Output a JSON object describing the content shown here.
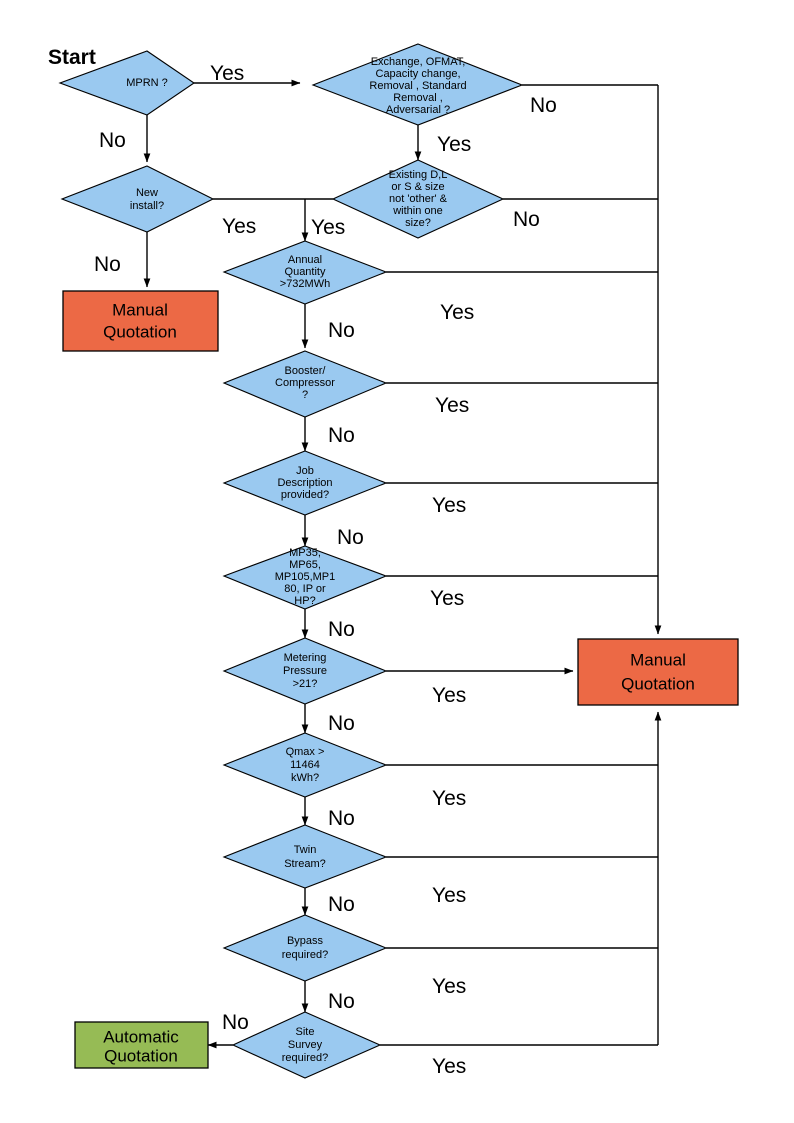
{
  "diagram": {
    "title_label": "Start",
    "colors": {
      "decision_fill": "#9AC9F0",
      "manual_fill": "#EC6945",
      "automatic_fill": "#96BB55",
      "stroke": "#000000",
      "background": "#FFFFFF"
    },
    "decisions": [
      {
        "id": "mprn",
        "lines": [
          "MPRN ?"
        ],
        "yes_label": "Yes",
        "no_label": "No"
      },
      {
        "id": "exchange",
        "lines": [
          "Exchange, OFMAT,",
          "Capacity change,",
          "Removal , Standard",
          "Removal ,",
          "Adversarial ?"
        ],
        "yes_label": "Yes",
        "no_label": "No"
      },
      {
        "id": "new-install",
        "lines": [
          "New",
          "install?"
        ],
        "yes_label": "Yes",
        "no_label": "No"
      },
      {
        "id": "existing-dls",
        "lines": [
          "Existing D,L",
          "or S & size",
          "not 'other' &",
          "within one",
          "size?"
        ],
        "yes_label": "Yes",
        "no_label": "No"
      },
      {
        "id": "annual-quantity",
        "lines": [
          "Annual",
          "Quantity",
          ">732MWh"
        ],
        "yes_label": "Yes",
        "no_label": "No"
      },
      {
        "id": "booster-compressor",
        "lines": [
          "Booster/",
          "Compressor",
          "?"
        ],
        "yes_label": "Yes",
        "no_label": "No"
      },
      {
        "id": "job-description",
        "lines": [
          "Job",
          "Description",
          "provided?"
        ],
        "yes_label": "Yes",
        "no_label": "No"
      },
      {
        "id": "mp-pressure-tier",
        "lines": [
          "MP35,",
          "MP65,",
          "MP105,MP1",
          "80, IP or",
          "HP?"
        ],
        "yes_label": "Yes",
        "no_label": "No"
      },
      {
        "id": "metering-pressure",
        "lines": [
          "Metering",
          "Pressure",
          ">21?"
        ],
        "yes_label": "Yes",
        "no_label": "No"
      },
      {
        "id": "qmax",
        "lines": [
          "Qmax >",
          "11464",
          "kWh?"
        ],
        "yes_label": "Yes",
        "no_label": "No"
      },
      {
        "id": "twin-stream",
        "lines": [
          "Twin",
          "Stream?"
        ],
        "yes_label": "Yes",
        "no_label": "No"
      },
      {
        "id": "bypass",
        "lines": [
          "Bypass",
          "required?"
        ],
        "yes_label": "Yes",
        "no_label": "No"
      },
      {
        "id": "site-survey",
        "lines": [
          "Site",
          "Survey",
          "required?"
        ],
        "yes_label": "Yes",
        "no_label": "No"
      }
    ],
    "terminals": [
      {
        "id": "manual-left",
        "lines": [
          "Manual",
          "Quotation"
        ],
        "kind": "manual"
      },
      {
        "id": "manual-right",
        "lines": [
          "Manual",
          "Quotation"
        ],
        "kind": "manual"
      },
      {
        "id": "automatic",
        "lines": [
          "Automatic",
          "Quotation"
        ],
        "kind": "automatic"
      }
    ]
  }
}
